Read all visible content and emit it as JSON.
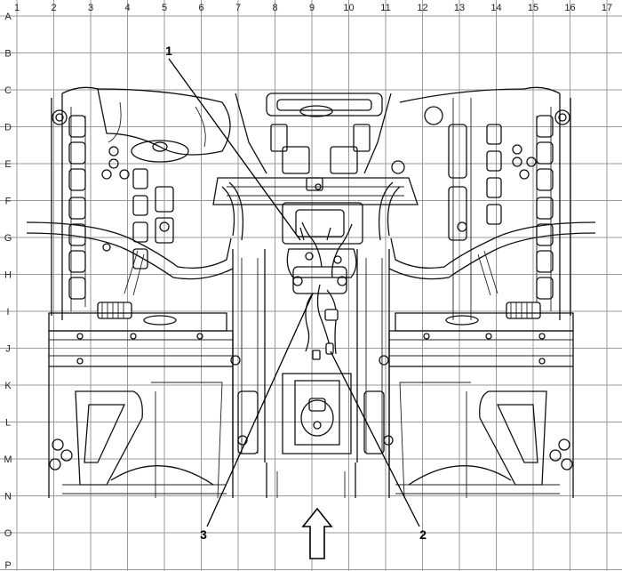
{
  "grid": {
    "columns": [
      "1",
      "2",
      "3",
      "4",
      "5",
      "6",
      "7",
      "8",
      "9",
      "10",
      "11",
      "12",
      "13",
      "14",
      "15",
      "16",
      "17"
    ],
    "rows": [
      "A",
      "B",
      "C",
      "D",
      "E",
      "F",
      "G",
      "H",
      "I",
      "J",
      "K",
      "L",
      "M",
      "N",
      "O",
      "P"
    ]
  },
  "callouts": [
    {
      "id": "callout-1",
      "label": "1"
    },
    {
      "id": "callout-2",
      "label": "2"
    },
    {
      "id": "callout-3",
      "label": "3"
    }
  ],
  "front_arrow_icon": "up-arrow-icon"
}
